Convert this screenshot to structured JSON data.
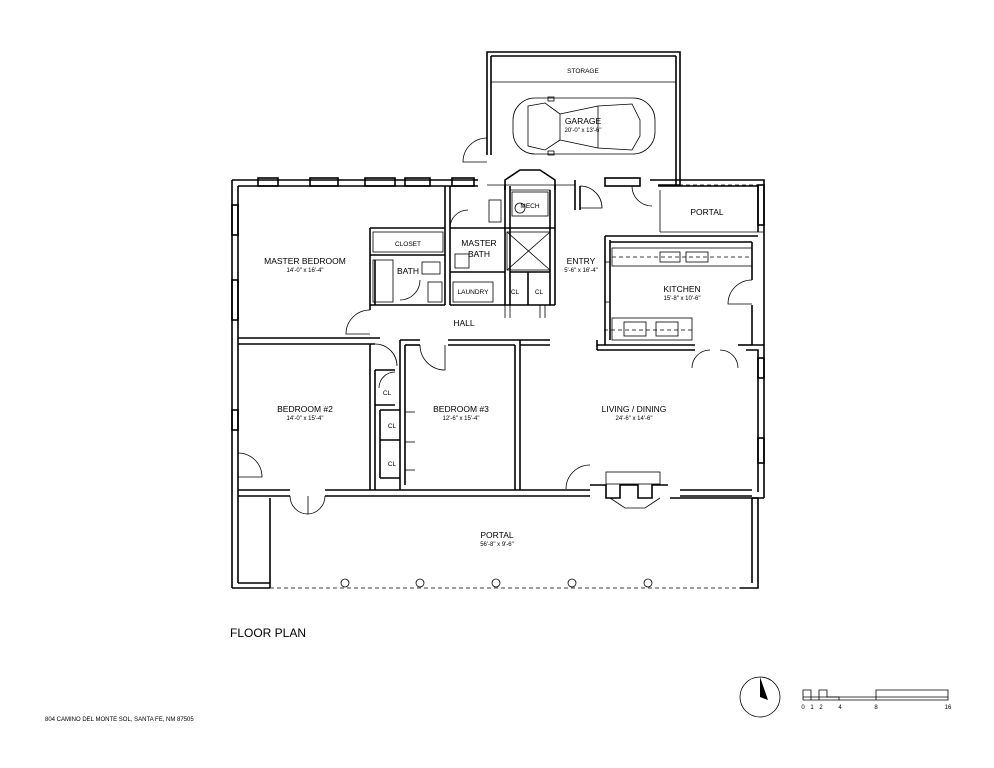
{
  "title": "FLOOR PLAN",
  "address": "804 CAMINO DEL MONTE SOL, SANTA FE, NM 87505",
  "rooms": {
    "storage": {
      "name": "STORAGE"
    },
    "garage": {
      "name": "GARAGE",
      "dims": "20'-0\" x 13'-6\""
    },
    "mech": {
      "name": "MECH"
    },
    "portal_east": {
      "name": "PORTAL"
    },
    "master_bedroom": {
      "name": "MASTER BEDROOM",
      "dims": "14'-0\" x 16'-4\""
    },
    "closet": {
      "name": "CLOSET"
    },
    "master_bath": {
      "name": "MASTER\nBATH",
      "line1": "MASTER",
      "line2": "BATH"
    },
    "bath": {
      "name": "BATH"
    },
    "laundry": {
      "name": "LAUNDRY"
    },
    "cl_hall_1": {
      "name": "CL"
    },
    "cl_hall_2": {
      "name": "CL"
    },
    "hall": {
      "name": "HALL"
    },
    "entry": {
      "name": "ENTRY",
      "dims": "5'-6\" x 16'-4\""
    },
    "kitchen": {
      "name": "KITCHEN",
      "dims": "15'-8\" x 10'-6\""
    },
    "bedroom2": {
      "name": "BEDROOM #2",
      "dims": "14'-0\" x 15'-4\""
    },
    "cl_bed2": {
      "name": "CL"
    },
    "cl_bed3_1": {
      "name": "CL"
    },
    "cl_bed3_2": {
      "name": "CL"
    },
    "bedroom3": {
      "name": "BEDROOM #3",
      "dims": "12'-6\" x 15'-4\""
    },
    "living": {
      "name": "LIVING / DINING",
      "dims": "24'-6\" x 14'-6\""
    },
    "portal_south": {
      "name": "PORTAL",
      "dims": "56'-8\" x 9'-6\""
    }
  },
  "scale": {
    "labels": [
      "0",
      "1",
      "2",
      "4",
      "8",
      "16"
    ]
  }
}
